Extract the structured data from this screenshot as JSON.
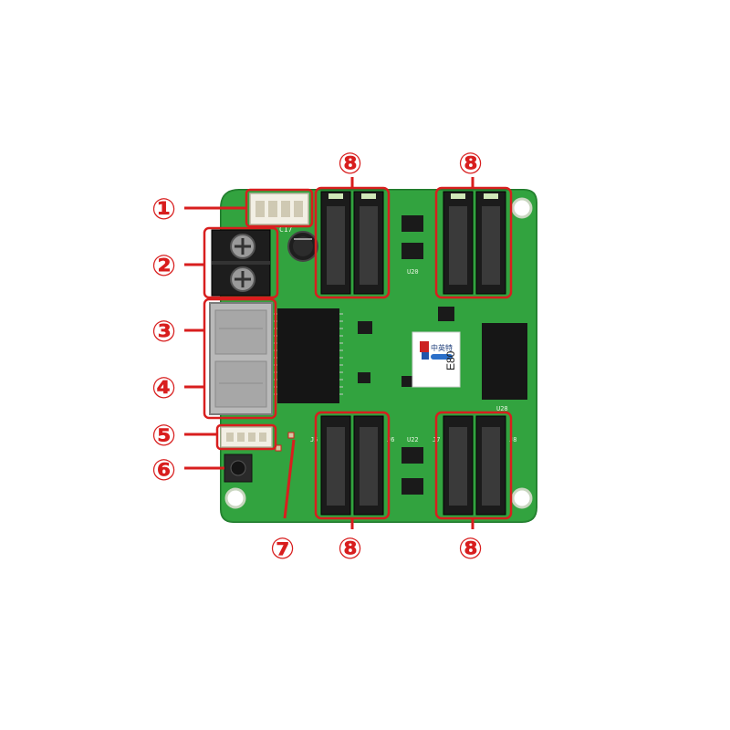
{
  "board": {
    "model_label": "E80",
    "brand_text": "中英特",
    "colors": {
      "pcb": "#2f9e3c",
      "pcb_dark": "#1f7a2b",
      "callout_red": "#d81e1e",
      "connector_black": "#1a1a1a",
      "silkscreen": "#e8f5e0"
    }
  },
  "callouts": [
    {
      "id": "1",
      "label": "①"
    },
    {
      "id": "2",
      "label": "②"
    },
    {
      "id": "3",
      "label": "③"
    },
    {
      "id": "4",
      "label": "④"
    },
    {
      "id": "5",
      "label": "⑤"
    },
    {
      "id": "6",
      "label": "⑥"
    },
    {
      "id": "7",
      "label": "⑦"
    },
    {
      "id": "8a",
      "label": "⑧"
    },
    {
      "id": "8b",
      "label": "⑧"
    },
    {
      "id": "8c",
      "label": "⑧"
    },
    {
      "id": "8d",
      "label": "⑧"
    }
  ],
  "silkscreen": {
    "u20": "U20",
    "u28": "U28",
    "c17": "C17",
    "u22": "U22",
    "j5": "J5",
    "j6": "J6",
    "j7": "J7",
    "j8": "J8"
  }
}
